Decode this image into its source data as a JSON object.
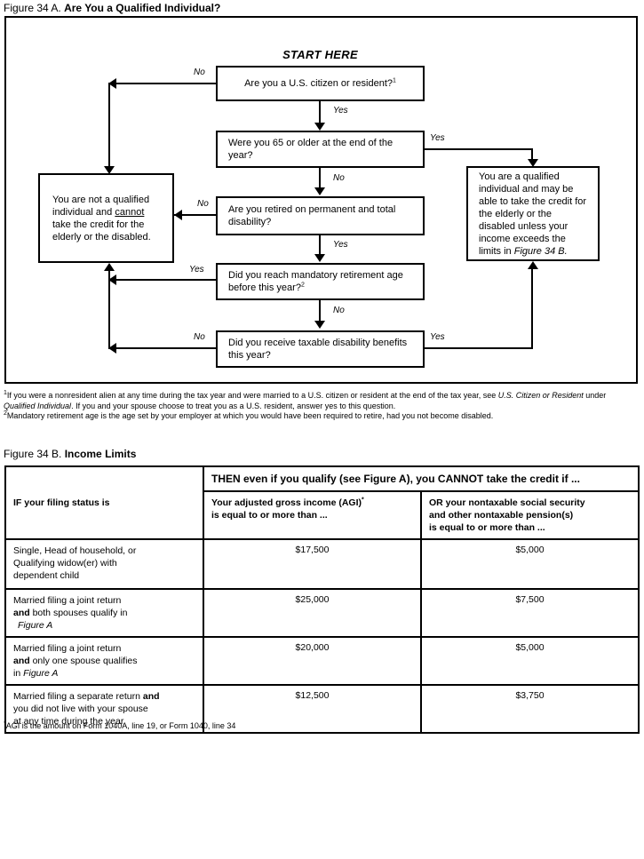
{
  "figure_a": {
    "caption_lead": "Figure 34 A.",
    "caption_title": "Are You a Qualified Individual?",
    "start_here": "START HERE",
    "boxes": {
      "citizen": "Are you a U.S. citizen or resident?",
      "citizen_note": "1",
      "age": "Were you 65 or older at the end of the year?",
      "retired": "Are you retired on permanent and total disability?",
      "mandatory": "Did you reach mandatory retirement age before this year?",
      "mandatory_note": "2",
      "taxable": "Did you receive taxable disability benefits this year?",
      "not_qualified_pre": "You are not a qualified individual and ",
      "not_qualified_emph": "cannot",
      "not_qualified_post": " take the credit for the elderly or the disabled.",
      "qualified_pre": "You are a qualified individual and may be able to take the credit for the elderly or the disabled unless your income exceeds the limits in ",
      "qualified_ref": "Figure 34 B."
    },
    "labels": {
      "citizen_no": "No",
      "citizen_yes": "Yes",
      "age_yes": "Yes",
      "age_no": "No",
      "retired_no": "No",
      "retired_yes": "Yes",
      "mandatory_yes": "Yes",
      "mandatory_no": "No",
      "taxable_no": "No",
      "taxable_yes": "Yes"
    },
    "footnotes": {
      "one_marker": "1",
      "one_a": "If you were a nonresident alien at any time during the tax year and were married to a U.S. citizen or resident at the end of the tax year, see ",
      "one_ital1": "U.S. Citizen or Resident",
      "one_b": " under ",
      "one_ital2": "Qualified Individual",
      "one_c": ". If you and your spouse choose to treat you as a U.S. resident, answer yes to this question.",
      "two_marker": "2",
      "two": "Mandatory retirement age is the age set by your employer at which you would have been required to retire, had you not become disabled."
    }
  },
  "figure_b": {
    "caption_lead": "Figure 34 B.",
    "caption_title": "Income Limits",
    "header_span": "THEN even if you qualify (see Figure A), you CANNOT take the credit if ...",
    "col_status": "IF your filing status is",
    "col_agi_line1": "Your adjusted gross income (AGI)",
    "col_agi_marker": "*",
    "col_agi_line2": "is equal to or more than ...",
    "col_other_line1": "OR your nontaxable social security",
    "col_other_line2": "and other nontaxable pension(s)",
    "col_other_line3": "is equal to or more than ...",
    "rows": [
      {
        "status_parts": [
          {
            "text": "Single, Head of household, or",
            "style": "normal"
          },
          {
            "text": "Qualifying widow(er) with",
            "style": "normal"
          },
          {
            "text": "dependent child",
            "style": "normal"
          }
        ],
        "agi": "$17,500",
        "other": "$5,000"
      },
      {
        "status_parts": [
          {
            "text": "Married filing a joint return",
            "style": "normal"
          },
          {
            "text": "and|| both spouses qualify in",
            "style": "bold-lead"
          },
          {
            "text": "Figure A",
            "style": "italic"
          }
        ],
        "agi": "$25,000",
        "other": "$7,500"
      },
      {
        "status_parts": [
          {
            "text": "Married filing a joint return",
            "style": "normal"
          },
          {
            "text": "and|| only one spouse qualifies",
            "style": "bold-lead"
          },
          {
            "text": "in Figure A",
            "style": "italic-tail"
          }
        ],
        "agi": "$20,000",
        "other": "$5,000"
      },
      {
        "status_parts": [
          {
            "text": "Married filing a separate return ||and",
            "style": "bold-tail"
          },
          {
            "text": "you did not live with your spouse",
            "style": "normal"
          },
          {
            "text": "at any time during the year",
            "style": "normal"
          }
        ],
        "agi": "$12,500",
        "other": "$3,750"
      }
    ],
    "footnote_marker": "*",
    "footnote": "AGI is the amount on Form 1040A, line 19, or Form 1040, line 34"
  }
}
